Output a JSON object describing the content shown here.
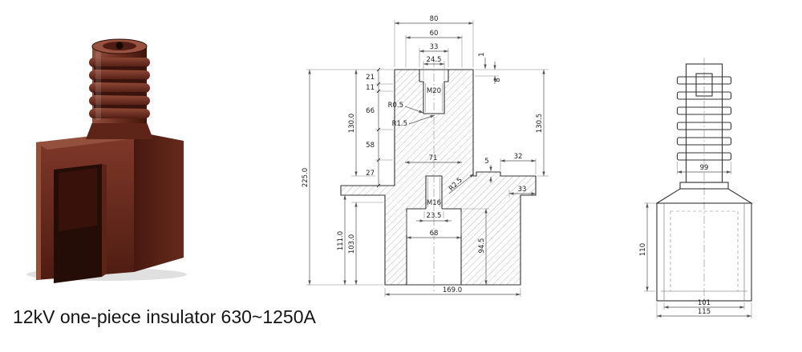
{
  "title": "12kV one-piece insulator 630~1250A",
  "front_view": {
    "dims": {
      "d80": "80",
      "d60": "60",
      "d33": "33",
      "d24_5": "24.5",
      "m20": "M20",
      "d1": "1",
      "d8": "8",
      "d21": "21",
      "d11": "11",
      "d66": "66",
      "d58": "58",
      "d27": "27",
      "r0_5": "R0.5",
      "r1_5": "R1.5",
      "r2_5": "R2.5",
      "d130": "130.0",
      "d225": "225.0",
      "d111": "111.0",
      "d103": "103.0",
      "d130_5": "130.5",
      "d71": "71",
      "d5": "5",
      "d32": "32",
      "d33b": "33",
      "m16": "M16",
      "d23_5": "23.5",
      "d68": "68",
      "d94_5": "94.5",
      "d169": "169.0"
    }
  },
  "side_view": {
    "dims": {
      "d99": "99",
      "d110": "110",
      "d101": "101",
      "d115": "115"
    }
  }
}
